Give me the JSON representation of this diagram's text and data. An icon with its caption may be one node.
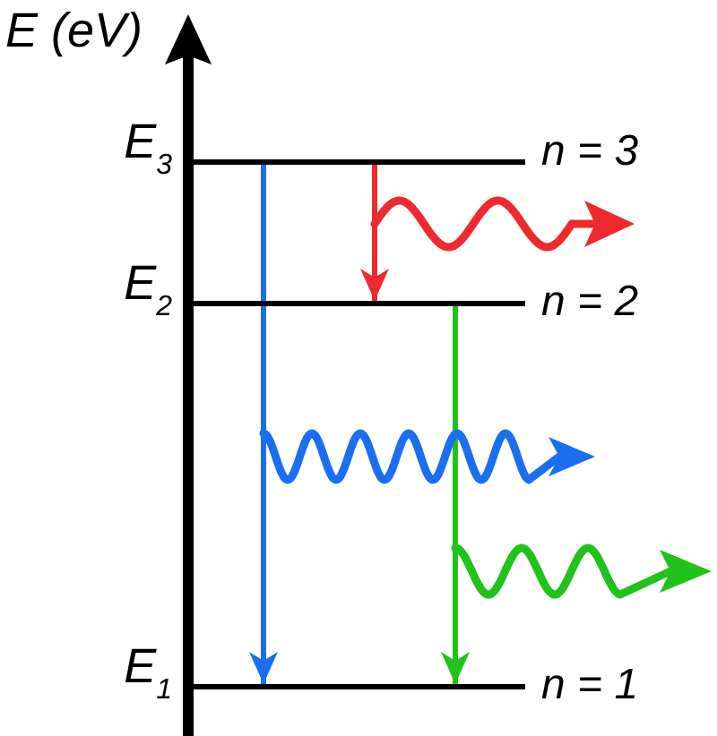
{
  "diagram": {
    "nodes": [
      {
        "text": [],
        "shape": "bar",
        "beside": [
          "E$_{3}$",
          "n = 3"
        ]
      },
      {
        "text": [],
        "shape": "bar",
        "beside": [
          "E$_{2}$",
          "n = 2"
        ]
      },
      {
        "text": [],
        "shape": "bar",
        "beside": [
          "E$_{1}$",
          "n = 1"
        ]
      }
    ],
    "edges": [
      {
        "from": 0,
        "to": 2,
        "arrow": "to",
        "color": "#1c6ef0"
      },
      {
        "from": 0,
        "to": 1,
        "arrow": "to",
        "color": "#ee2a2e"
      },
      {
        "from": 1,
        "to": 2,
        "arrow": "to",
        "color": "#22c21c"
      }
    ],
    "labels": [
      "E (eV)"
    ]
  }
}
